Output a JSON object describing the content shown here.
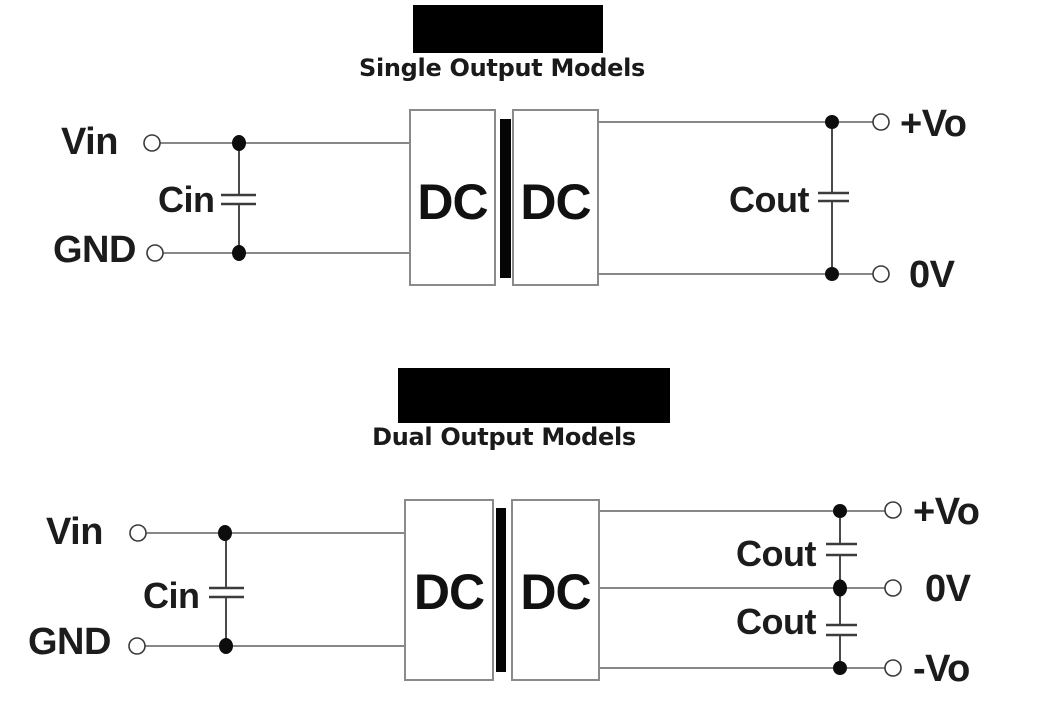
{
  "colors": {
    "background": "#ffffff",
    "wire": "#878787",
    "branch_wire": "#4a4a4a",
    "component": "#1a1a1a",
    "box_border": "#8a8a8a",
    "isolation_bar": "#050505",
    "redaction": "#000000",
    "text": "#1c1c1c"
  },
  "diagrams": [
    {
      "id": "single-output",
      "title": "Single Output Models",
      "labels": {
        "vin": "Vin",
        "gnd": "GND",
        "cin": "Cin",
        "dc_primary": "DC",
        "dc_secondary": "DC",
        "cout": "Cout",
        "vo_pos": "+Vo",
        "zero_v": "0V"
      }
    },
    {
      "id": "dual-output",
      "title": "Dual Output Models",
      "labels": {
        "vin": "Vin",
        "gnd": "GND",
        "cin": "Cin",
        "dc_primary": "DC",
        "dc_secondary": "DC",
        "cout_top": "Cout",
        "cout_bottom": "Cout",
        "vo_pos": "+Vo",
        "zero_v": "0V",
        "vo_neg": "-Vo"
      }
    }
  ]
}
